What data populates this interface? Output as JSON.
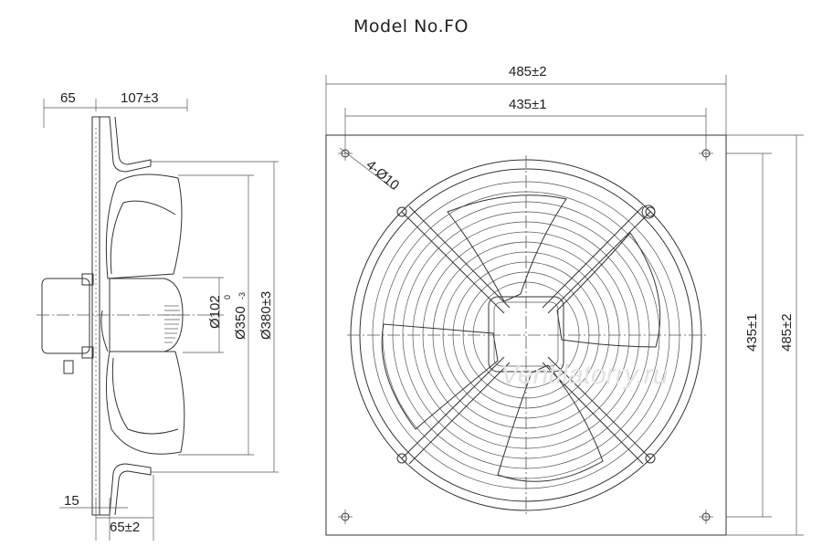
{
  "title": "Model No.FO",
  "side_view": {
    "dim_top_left": "65",
    "dim_top_depth": "107±3",
    "dim_bottom_left": "15",
    "dim_bottom_base": "65±2",
    "dim_hub": "Ø102",
    "dim_blade_main": "Ø350",
    "dim_blade_tol_upper": "0",
    "dim_blade_tol_lower": "-3",
    "dim_ring": "Ø380±3"
  },
  "front_view": {
    "dim_width_total": "485±2",
    "dim_width_holes": "435±1",
    "dim_height_holes": "435±1",
    "dim_height_total": "485±2",
    "dim_holes": "4-Ø10"
  },
  "watermark": "Ventilatorry.ru"
}
